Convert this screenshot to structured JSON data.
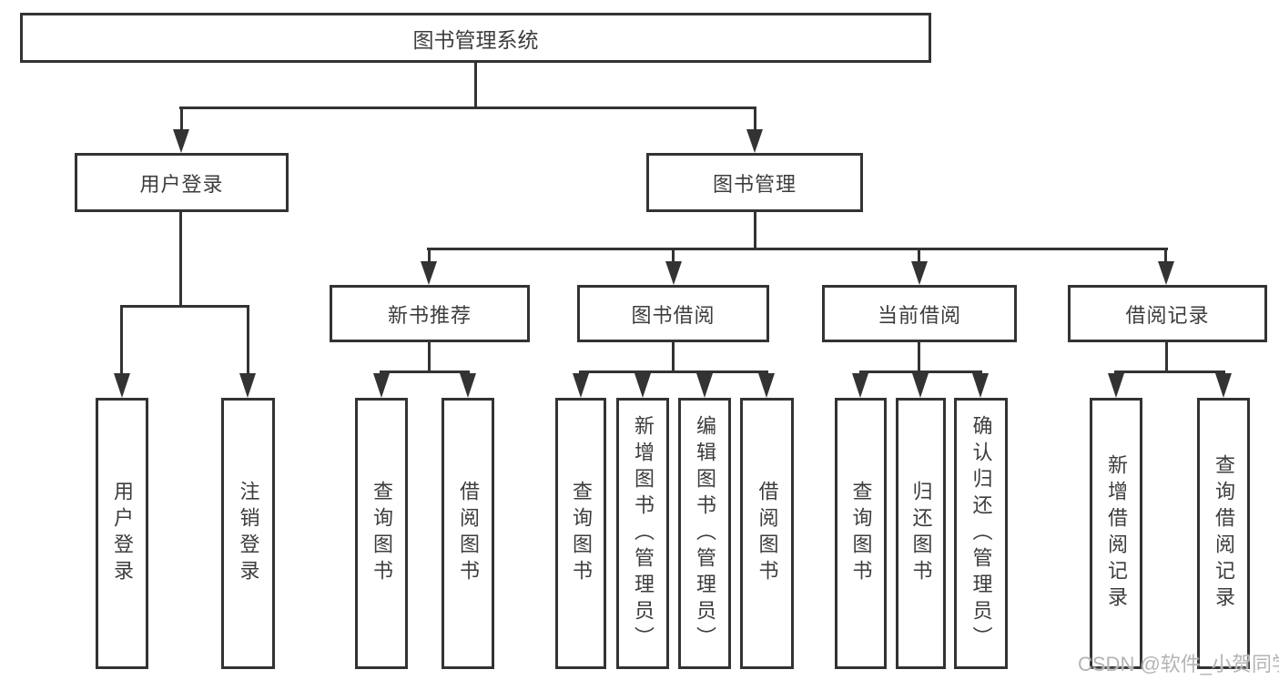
{
  "diagram": {
    "root": "图书管理系统",
    "branches": [
      {
        "label": "用户登录",
        "leaves": [
          "用户登录",
          "注销登录"
        ]
      },
      {
        "label": "图书管理",
        "children": [
          {
            "label": "新书推荐",
            "leaves": [
              "查询图书",
              "借阅图书"
            ]
          },
          {
            "label": "图书借阅",
            "leaves": [
              "查询图书",
              "新增图书（管理员）",
              "编辑图书（管理员）",
              "借阅图书"
            ]
          },
          {
            "label": "当前借阅",
            "leaves": [
              "查询图书",
              "归还图书",
              "确认归还（管理员）"
            ]
          },
          {
            "label": "借阅记录",
            "leaves": [
              "新增借阅记录",
              "查询借阅记录"
            ]
          }
        ]
      }
    ]
  },
  "watermark": {
    "text": "CSDN @软件_小贺同学"
  },
  "colors": {
    "line": "#333333",
    "text": "#3d3d3d",
    "background": "#ffffff",
    "watermark": "#b4b4b4"
  }
}
